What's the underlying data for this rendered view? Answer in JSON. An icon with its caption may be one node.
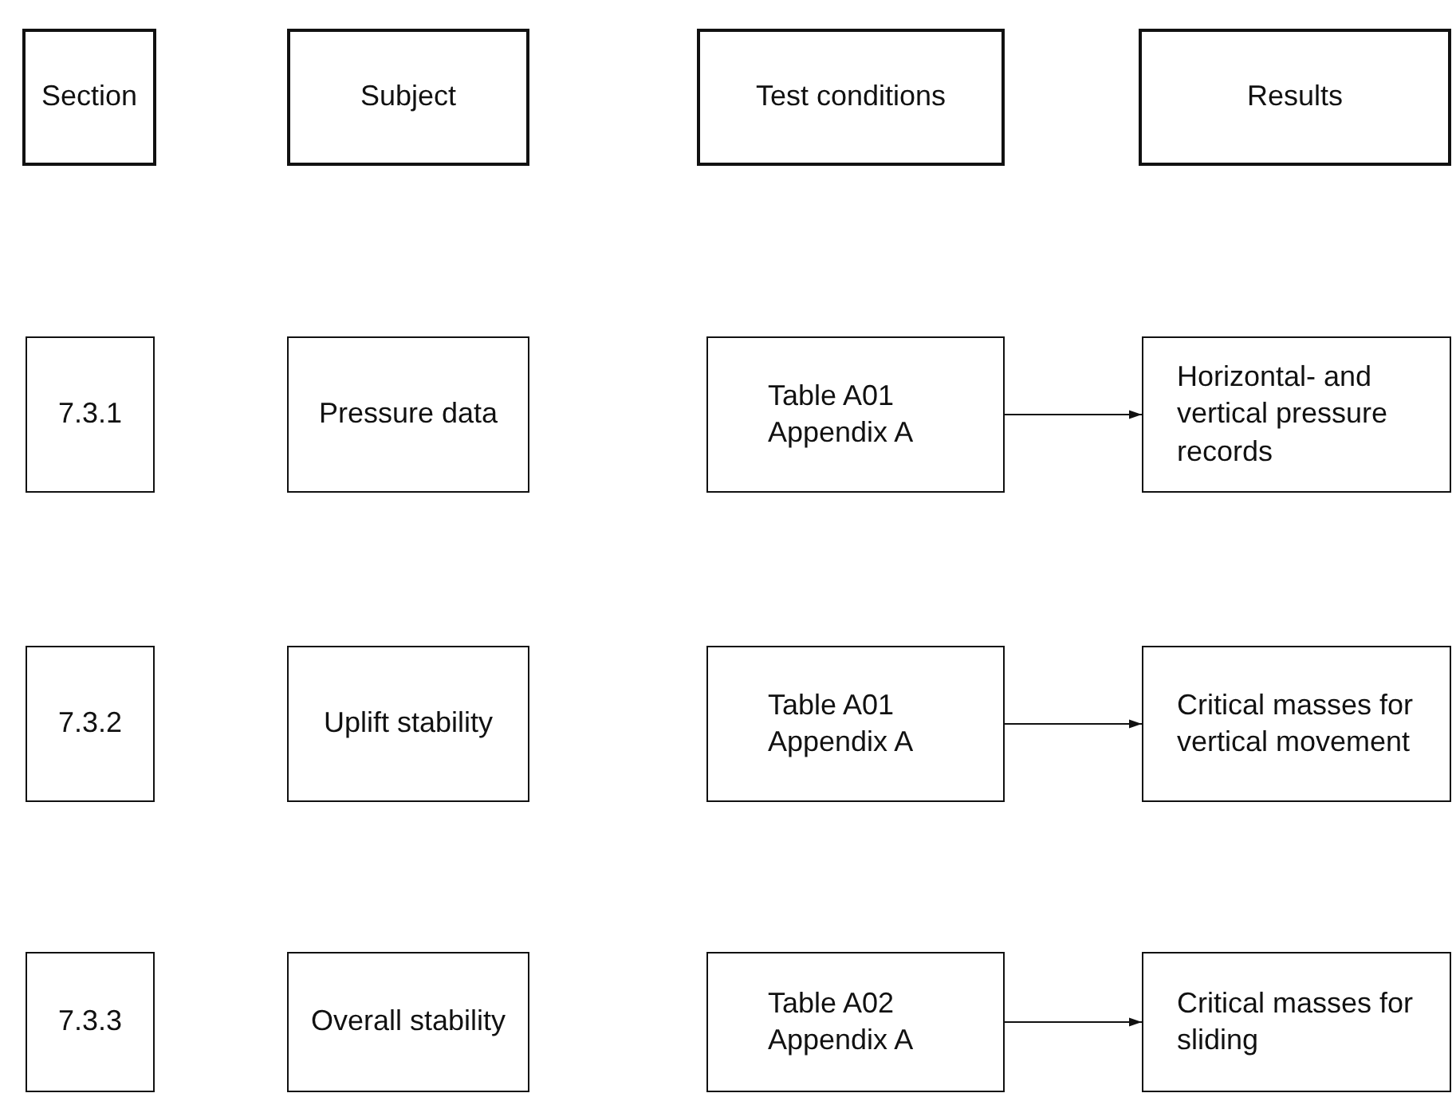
{
  "diagram": {
    "nodes": [
      {
        "text": [
          "Section"
        ]
      },
      {
        "text": [
          "Subject"
        ]
      },
      {
        "text": [
          "Test conditions"
        ]
      },
      {
        "text": [
          "Results"
        ]
      },
      {
        "text": [
          "7.3.1"
        ]
      },
      {
        "text": [
          "Pressure data"
        ]
      },
      {
        "text": [
          "Table A01 Appendix A"
        ]
      },
      {
        "text": [
          "Horizontal- and vertical pressure records"
        ]
      },
      {
        "text": [
          "7.3.2"
        ]
      },
      {
        "text": [
          "Uplift stability"
        ]
      },
      {
        "text": [
          "Table A01 Appendix A"
        ]
      },
      {
        "text": [
          "Critical masses for vertical movement"
        ]
      },
      {
        "text": [
          "7.3.3"
        ]
      },
      {
        "text": [
          "Overall stability"
        ]
      },
      {
        "text": [
          "Table A02 Appendix A"
        ]
      },
      {
        "text": [
          "Critical masses for sliding"
        ]
      }
    ],
    "edges": [
      {
        "from": 6,
        "to": 7,
        "arrow": "to"
      },
      {
        "from": 10,
        "to": 11,
        "arrow": "to"
      },
      {
        "from": 14,
        "to": 15,
        "arrow": "to"
      }
    ]
  }
}
